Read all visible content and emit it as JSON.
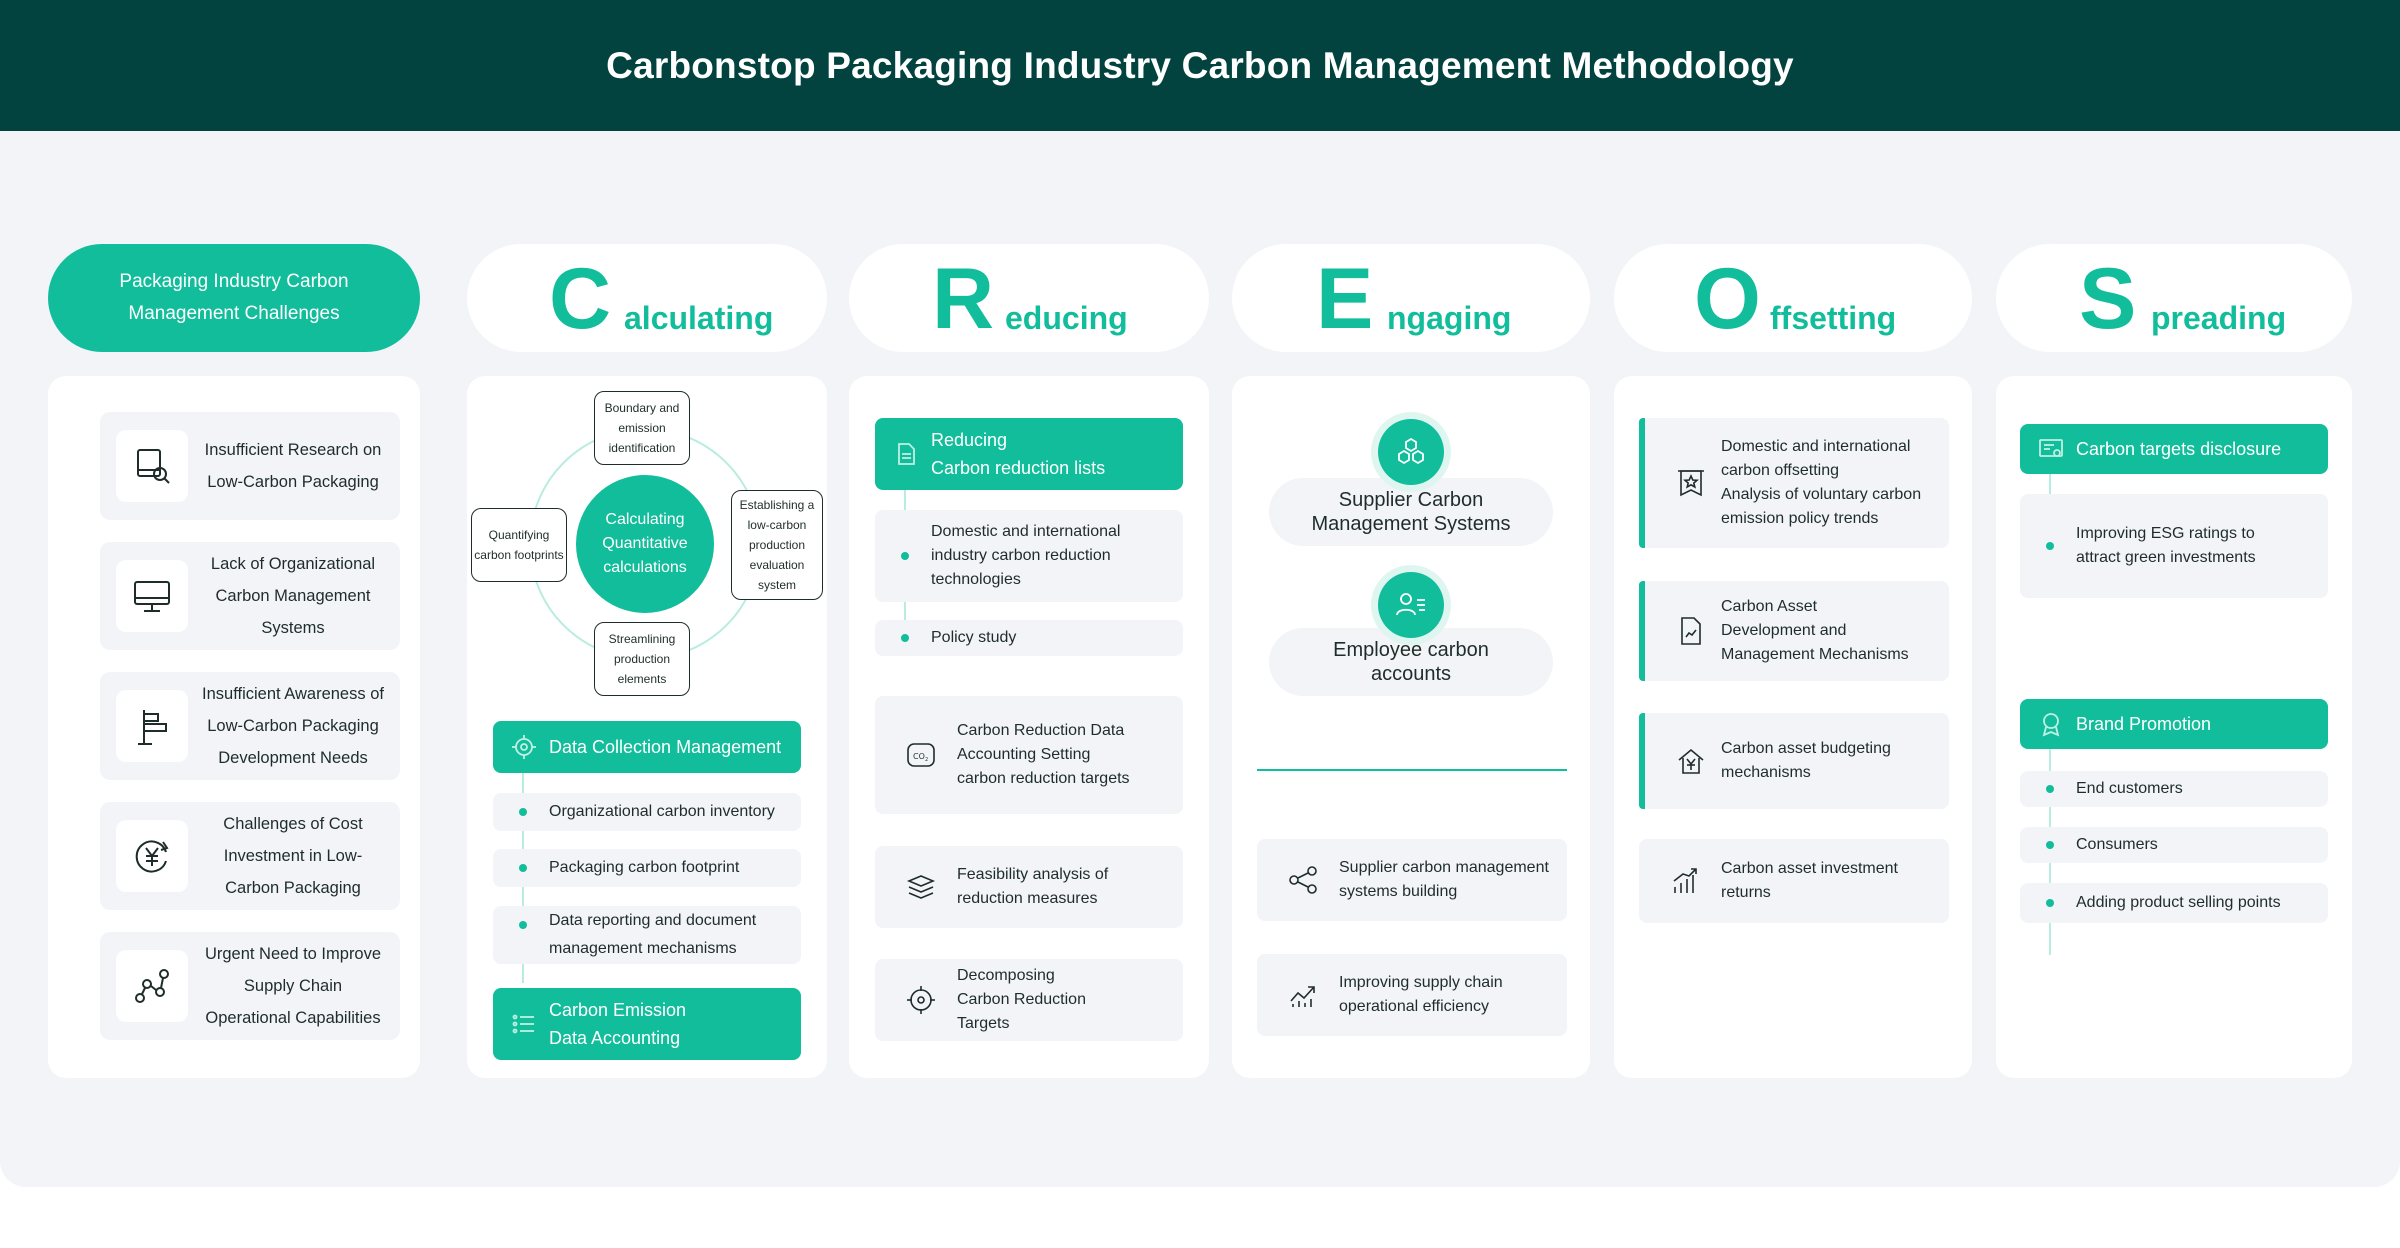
{
  "title": "Carbonstop Packaging Industry Carbon Management Methodology",
  "challenges": {
    "heading": "Packaging Industry Carbon Management Challenges",
    "items": [
      {
        "text": "Insufficient Research on Low-Carbon Packaging",
        "icon": "research-icon"
      },
      {
        "text": "Lack of Organizational Carbon Management Systems",
        "icon": "monitor-icon"
      },
      {
        "text": "Insufficient Awareness of Low-Carbon Packaging Development Needs",
        "icon": "signpost-icon"
      },
      {
        "text": "Challenges of Cost Investment in Low-Carbon Packaging",
        "icon": "yuan-cycle-icon"
      },
      {
        "text": "Urgent Need to Improve Supply Chain Operational Capabilities",
        "icon": "network-icon"
      }
    ]
  },
  "columns": {
    "calculating": {
      "letter": "C",
      "rest": "alculating"
    },
    "reducing": {
      "letter": "R",
      "rest": "educing"
    },
    "engaging": {
      "letter": "E",
      "rest": "ngaging"
    },
    "offsetting": {
      "letter": "O",
      "rest": "ffsetting"
    },
    "spreading": {
      "letter": "S",
      "rest": "preading"
    }
  },
  "calculating": {
    "center": "Calculating Quantitative calculations",
    "nodes": {
      "top": "Boundary and emission identification",
      "left": "Quantifying carbon footprints",
      "right": "Establishing a low-carbon production evaluation system",
      "bottom": "Streamlining production elements"
    },
    "data_collection": "Data Collection Management",
    "items": [
      "Organizational carbon inventory",
      "Packaging carbon footprint",
      "Data reporting and document management mechanisms"
    ],
    "emission_accounting": "Carbon Emission Data Accounting"
  },
  "reducing": {
    "header_line1": "Reducing",
    "header_line2": "Carbon reduction lists",
    "list_items": [
      "Domestic and international industry carbon reduction technologies",
      "Policy study"
    ],
    "cards": [
      {
        "text": "Carbon Reduction Data Accounting Setting carbon reduction targets",
        "icon": "co2-icon"
      },
      {
        "text": "Feasibility analysis of reduction measures",
        "icon": "layers-icon"
      },
      {
        "text": "Decomposing Carbon Reduction Targets",
        "icon": "target-icon"
      }
    ]
  },
  "engaging": {
    "supplier_systems": "Supplier Carbon Management Systems",
    "employee_accounts": "Employee carbon accounts",
    "cards": [
      {
        "text": "Supplier carbon management systems building",
        "icon": "share-nodes-icon"
      },
      {
        "text": "Improving supply chain operational efficiency",
        "icon": "trend-up-icon"
      }
    ]
  },
  "offsetting": {
    "cards": [
      {
        "line1": "Domestic and international carbon offsetting",
        "line2": "Analysis of voluntary carbon emission policy trends",
        "icon": "star-badge-icon"
      },
      {
        "line1": "Carbon Asset Development and Management Mechanisms",
        "line2": "",
        "icon": "document-chart-icon"
      },
      {
        "line1": "Carbon asset budgeting mechanisms",
        "line2": "",
        "icon": "yuan-house-icon"
      },
      {
        "line1": "Carbon asset investment returns",
        "line2": "",
        "icon": "bar-growth-icon"
      }
    ]
  },
  "spreading": {
    "disclosure": "Carbon targets disclosure",
    "disclosure_item": "Improving ESG ratings to attract green investments",
    "brand": "Brand Promotion",
    "brand_items": [
      "End customers",
      "Consumers",
      "Adding product selling points"
    ]
  },
  "colors": {
    "accent": "#12bd9b",
    "header_bg": "#024340",
    "canvas_bg": "#f2f4f7"
  }
}
